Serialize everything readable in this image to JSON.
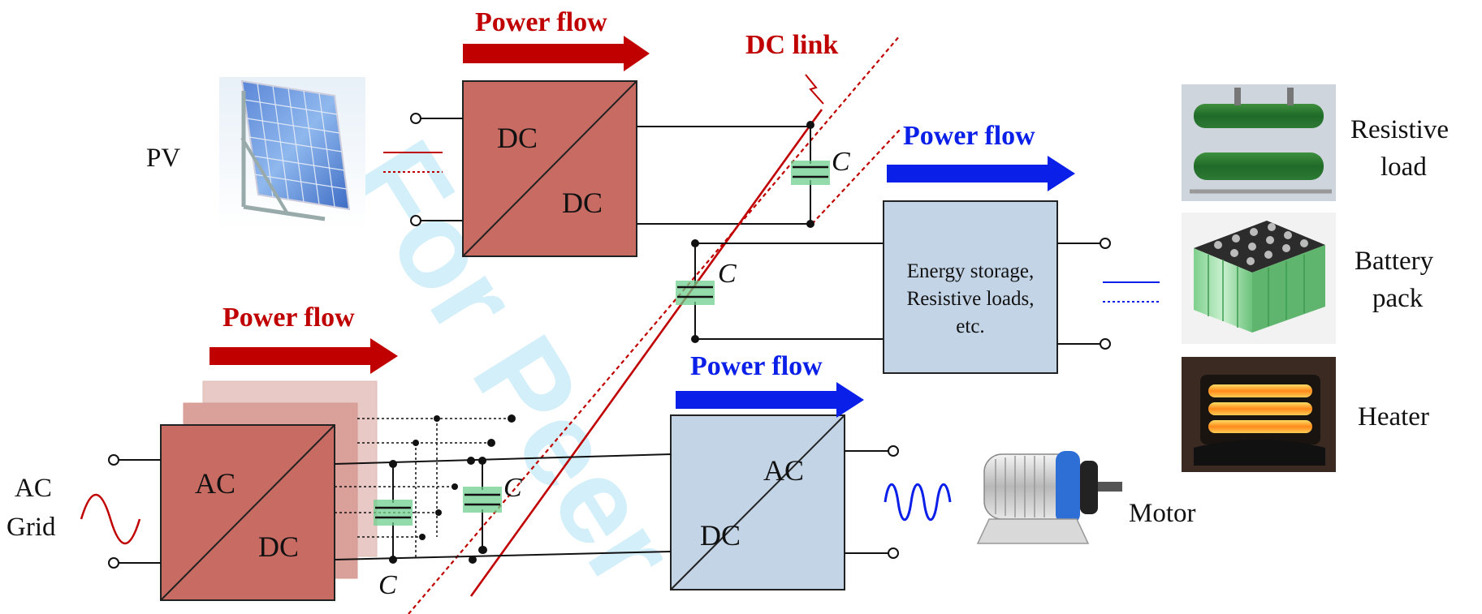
{
  "labels": {
    "power_flow": "Power flow",
    "dc_link": "DC link",
    "pv": "PV",
    "ac_grid_line1": "AC",
    "ac_grid_line2": "Grid",
    "dc": "DC",
    "ac": "AC",
    "cap": "C",
    "storage_line1": "Energy storage,",
    "storage_line2": "Resistive loads,",
    "storage_line3": "etc.",
    "resistive_line1": "Resistive",
    "resistive_line2": "load",
    "battery_line1": "Battery",
    "battery_line2": "pack",
    "heater": "Heater",
    "motor": "Motor",
    "watermark": "For Peer"
  },
  "colors": {
    "converter_red": "#c76b63",
    "converter_light": "#c3d4e6",
    "arrow_red": "#c00000",
    "arrow_blue": "#0a1fe8",
    "cap_green": "#6fcf8f",
    "dc_link_red": "#c00000",
    "wire": "#111111"
  },
  "icons": [
    "solar-panel-icon",
    "resistor-icon",
    "battery-pack-icon",
    "heater-icon",
    "motor-icon"
  ]
}
